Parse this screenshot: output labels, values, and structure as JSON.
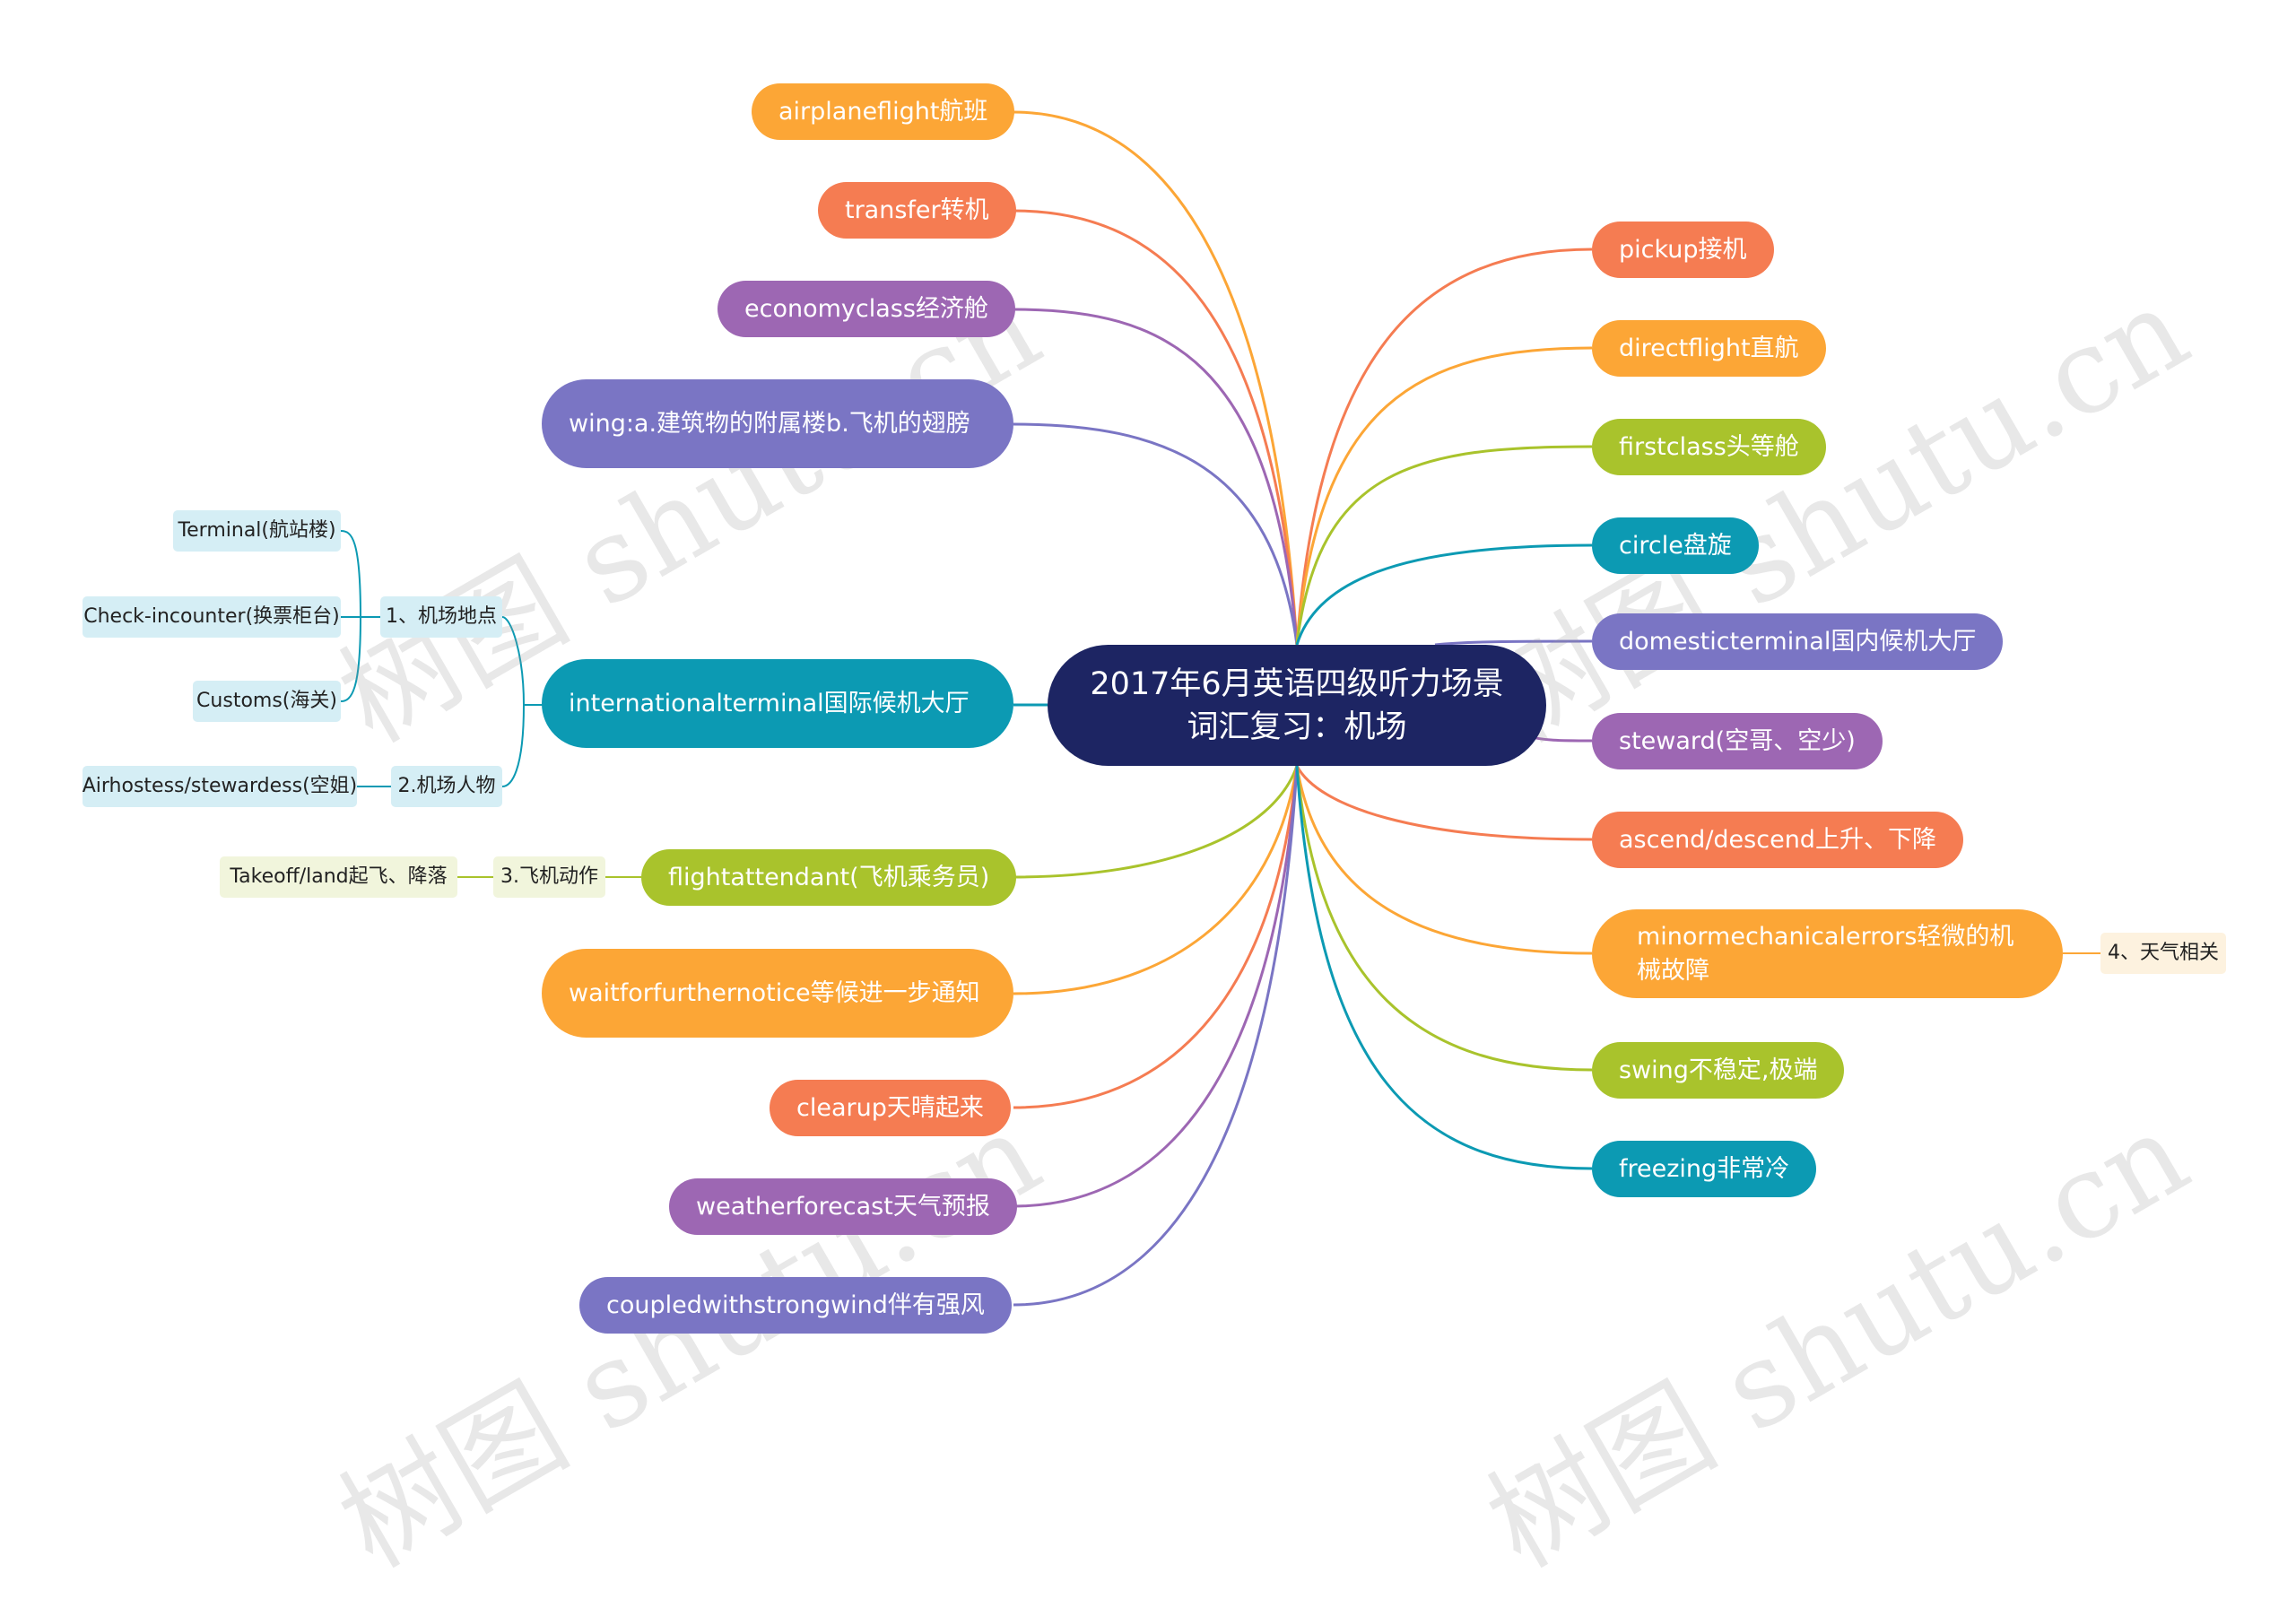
{
  "root": "2017年6月英语四级听力场景词汇复习：机场",
  "left_nodes": [
    "airplaneflight航班",
    "transfer转机",
    "economyclass经济舱",
    "wing:a.建筑物的附属楼b.飞机的翅膀",
    "internationalterminal国际候机大厅",
    "flightattendant(飞机乘务员)",
    "waitforfurthernotice等候进一步通知",
    "clearup天晴起来",
    "weatherforecast天气预报",
    "coupledwithstrongwind伴有强风"
  ],
  "right_nodes": [
    "pickup接机",
    "directflight直航",
    "firstclass头等舱",
    "circle盘旋",
    "domesticterminal国内候机大厅",
    "steward(空哥、空少)",
    "ascend/descend上升、下降",
    "minormechanicalerrors轻微的机械故障",
    "swing不稳定,极端",
    "freezing非常冷"
  ],
  "sub_groups": {
    "airport_places": "1、机场地点",
    "airport_people": "2.机场人物",
    "plane_actions": "3.飞机动作",
    "weather": "4、天气相关"
  },
  "leaves": {
    "terminal": "Terminal(航站楼)",
    "checkin": "Check-incounter(换票柜台)",
    "customs": "Customs(海关)",
    "airhostess": "Airhostess/stewardess(空姐)",
    "takeoff": "Takeoff/land起飞、降落"
  },
  "watermark": "树图 shutu.cn"
}
